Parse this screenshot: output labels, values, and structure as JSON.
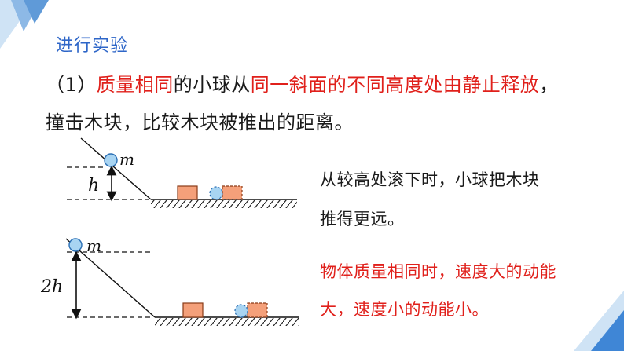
{
  "title": "进行实验",
  "paragraph": {
    "prefix": "（1）",
    "part1_red": "质量相同",
    "part2": "的小球从",
    "part3_red": "同一斜面的不同高度处由静止释放",
    "part4": "，",
    "line2": "撞击木块，比较木块被推出的距离。"
  },
  "observation": {
    "line1": "从较高处滚下时，小球把木块",
    "line2": "推得更远。"
  },
  "conclusion": {
    "line1": "物体质量相同时，速度大的动能",
    "line2": "大，速度小的动能小。"
  },
  "diagram_labels": {
    "mass_top": "m",
    "height_top": "h",
    "mass_bottom": "m",
    "height_bottom": "2h"
  },
  "colors": {
    "title": "#2e66c8",
    "highlight": "#e0201b",
    "ball": "#a8d4f2",
    "block": "#f4a07a"
  }
}
